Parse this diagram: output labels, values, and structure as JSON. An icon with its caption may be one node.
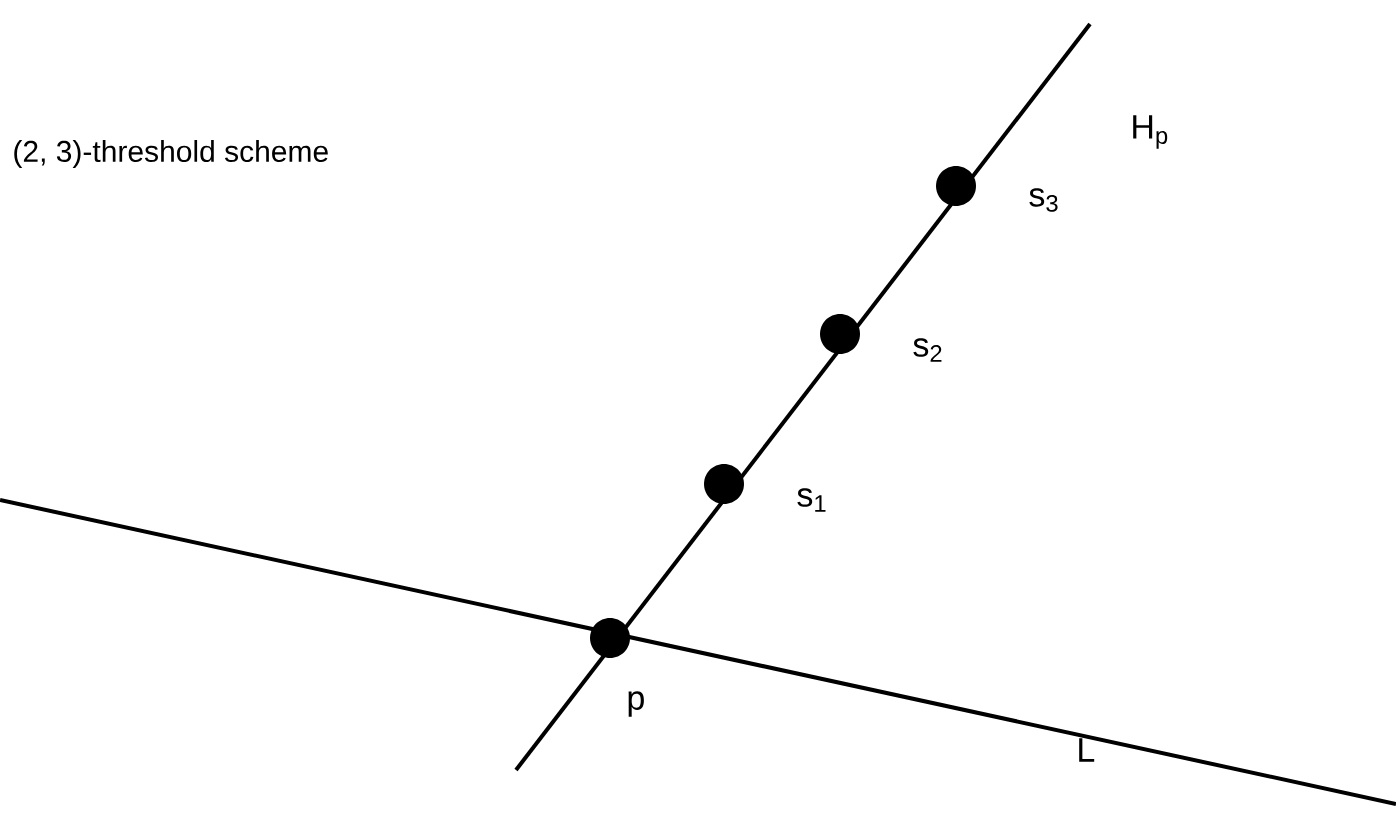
{
  "diagram": {
    "title": "(2, 3)-threshold scheme",
    "nodes": [
      {
        "text": [
          "p"
        ]
      },
      {
        "text": [
          "s$_{1}$"
        ]
      },
      {
        "text": [
          "s$_{2}$"
        ]
      },
      {
        "text": [
          "s$_{3}$"
        ]
      }
    ],
    "labels": [
      "H$_{p}$",
      "L"
    ]
  }
}
